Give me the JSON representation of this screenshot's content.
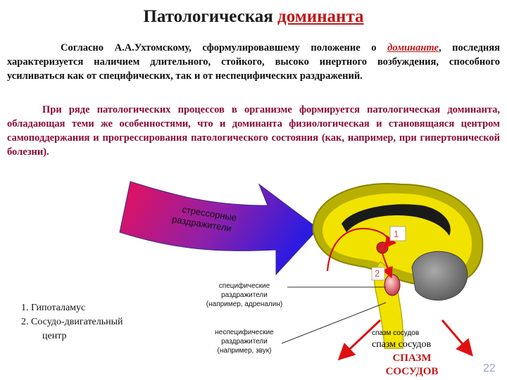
{
  "title": {
    "part1": "Патологическая ",
    "part2": "доминанта"
  },
  "para1": {
    "before": "Согласно А.А.Ухтомскому, сформулировавшему положение о ",
    "em": "доминанте",
    "after": ", последняя характеризуется наличием длительного, стойкого, высоко инертного возбуждения, способного усиливаться как от специфических, так и от неспецифических раздражений."
  },
  "para2": "При ряде патологических процессов в организме формируется патологическая доминанта, обладающая теми же особенностями, что и доминанта физиологическая и становящаяся центром самоподдержания и прогрессирования патологического состояния (как, например, при гипертонической болезни).",
  "arrow_text": {
    "line1": "стрессорные",
    "line2": "раздражители"
  },
  "marker1": "1",
  "marker2": "2",
  "specific": {
    "l1": "специфические",
    "l2": "раздражители",
    "l3": "(например, адреналин)"
  },
  "nonspecific": {
    "l1": "неспецифические",
    "l2": "раздражители",
    "l3": "(например, звук)"
  },
  "legend": {
    "item1": "1.  Гипоталамус",
    "item2": "2.  Сосудо-двигательный",
    "item2b": "центр"
  },
  "spasm": {
    "small": "спазм сосудов",
    "mid": "спазм сосудов",
    "big_l1": "СПАЗМ",
    "big_l2": "СОСУДОВ"
  },
  "page_number": "22",
  "colors": {
    "accent_red": "#c01818",
    "para2_text": "#8a0a3a",
    "brain_outer": "#b8b000",
    "brain_inner": "#f2e200",
    "arrow_start": "#e8105a",
    "arrow_end": "#2d1be0"
  }
}
